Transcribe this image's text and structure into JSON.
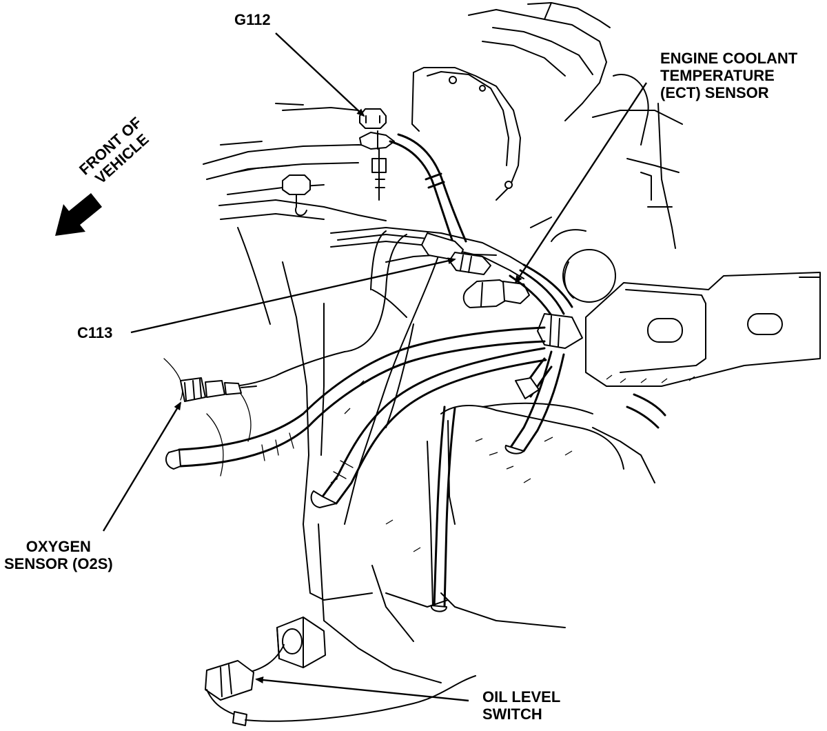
{
  "labels": {
    "g112": "G112",
    "ect_sensor": [
      "ENGINE COOLANT",
      "TEMPERATURE",
      "(ECT) SENSOR"
    ],
    "front_of_vehicle": [
      "FRONT OF",
      "VEHICLE"
    ],
    "c113": "C113",
    "oxygen_sensor": [
      "OXYGEN",
      "SENSOR (O2S)"
    ],
    "oil_level_switch": [
      "OIL LEVEL",
      "SWITCH"
    ]
  }
}
